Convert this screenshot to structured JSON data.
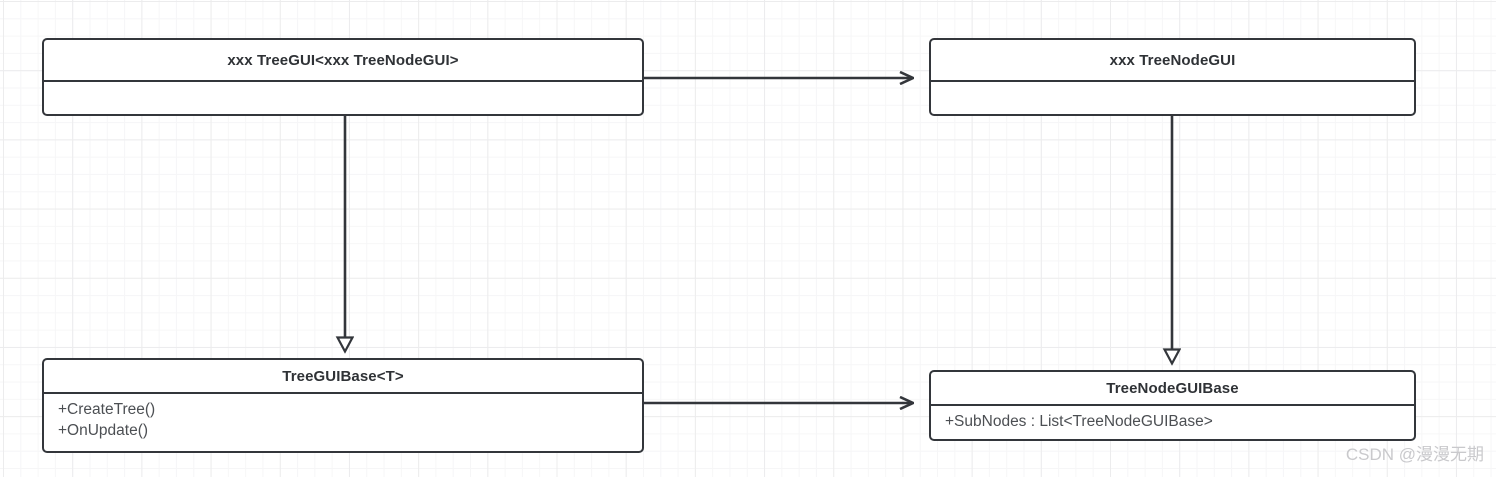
{
  "diagram": {
    "type": "uml-class-diagram",
    "background": "#ffffff",
    "grid_color": "#f2f2f3",
    "line_color": "#33363b",
    "classes": [
      {
        "id": "tree-gui",
        "name": "xxx TreeGUI<xxx TreeNodeGUI>",
        "members": []
      },
      {
        "id": "tree-node-gui",
        "name": "xxx TreeNodeGUI",
        "members": []
      },
      {
        "id": "tree-gui-base",
        "name": "TreeGUIBase<T>",
        "members": [
          "+CreateTree()",
          "+OnUpdate()"
        ]
      },
      {
        "id": "tree-node-gui-base",
        "name": "TreeNodeGUIBase",
        "members": [
          "+SubNodes : List<TreeNodeGUIBase>"
        ]
      }
    ],
    "connections": [
      {
        "id": "tree-gui-to-tree-node-gui",
        "from": "tree-gui",
        "to": "tree-node-gui",
        "kind": "association",
        "arrowhead": "open"
      },
      {
        "id": "tree-gui-to-tree-gui-base",
        "from": "tree-gui",
        "to": "tree-gui-base",
        "kind": "generalization",
        "arrowhead": "hollow-triangle"
      },
      {
        "id": "tree-node-gui-to-tree-node-gui-base",
        "from": "tree-node-gui",
        "to": "tree-node-gui-base",
        "kind": "generalization",
        "arrowhead": "hollow-triangle"
      },
      {
        "id": "tree-gui-base-to-tree-node-gui-base",
        "from": "tree-gui-base",
        "to": "tree-node-gui-base",
        "kind": "association",
        "arrowhead": "open"
      }
    ]
  },
  "watermark": {
    "text": "CSDN @漫漫无期"
  }
}
